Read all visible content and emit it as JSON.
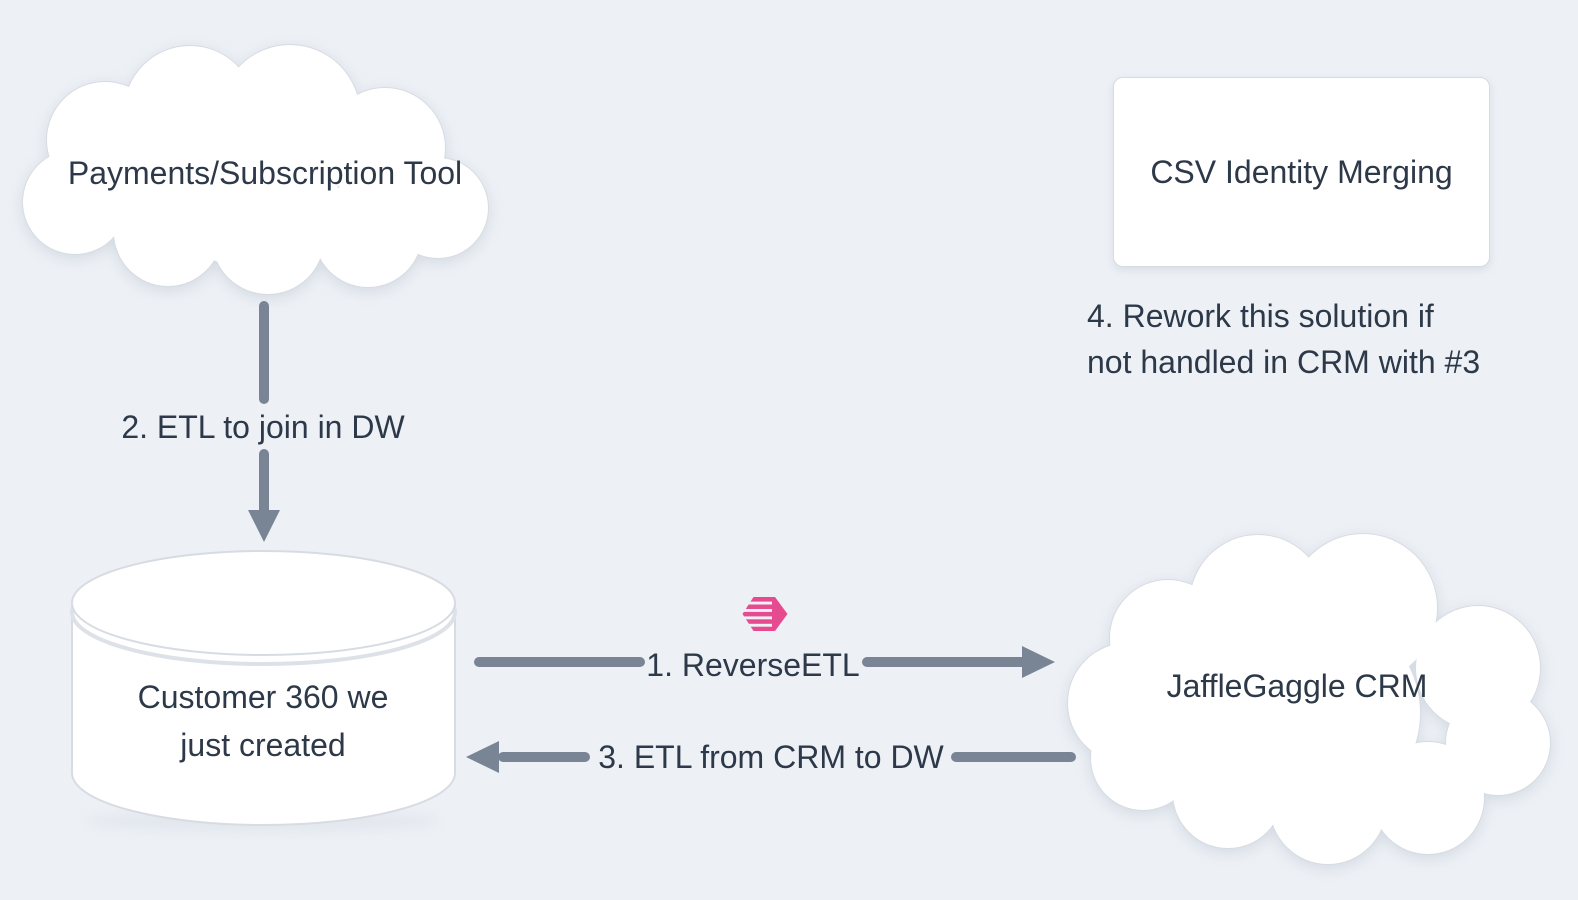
{
  "title": "Customer 360 data flow diagram",
  "colors": {
    "background": "#edf1f6",
    "shape_fill": "#ffffff",
    "shape_border": "#d7dce3",
    "text": "#2d3948",
    "arrow": "#798594",
    "accent_pink": "#e64b8f"
  },
  "nodes": {
    "payments_cloud": {
      "type": "cloud",
      "label": "Payments/Subscription Tool"
    },
    "csv_card": {
      "type": "rectangle",
      "label": "CSV Identity Merging"
    },
    "warehouse_db": {
      "type": "database-cylinder",
      "lines": [
        "Customer 360 we",
        "just created"
      ]
    },
    "crm_cloud": {
      "type": "cloud",
      "label": "JaffleGaggle CRM"
    }
  },
  "edges": {
    "etl_join": {
      "label": "2. ETL to join in DW",
      "from": "payments_cloud",
      "to": "warehouse_db",
      "direction": "down"
    },
    "reverse_etl": {
      "label": "1. ReverseETL",
      "from": "warehouse_db",
      "to": "crm_cloud",
      "direction": "right"
    },
    "etl_from_crm": {
      "label": "3. ETL from CRM to DW",
      "from": "crm_cloud",
      "to": "warehouse_db",
      "direction": "left"
    }
  },
  "notes": {
    "rework": {
      "lines": [
        "4. Rework this solution if",
        "not handled in CRM with #3"
      ]
    }
  },
  "icons": {
    "hightouch": "hightouch-logo-icon"
  }
}
